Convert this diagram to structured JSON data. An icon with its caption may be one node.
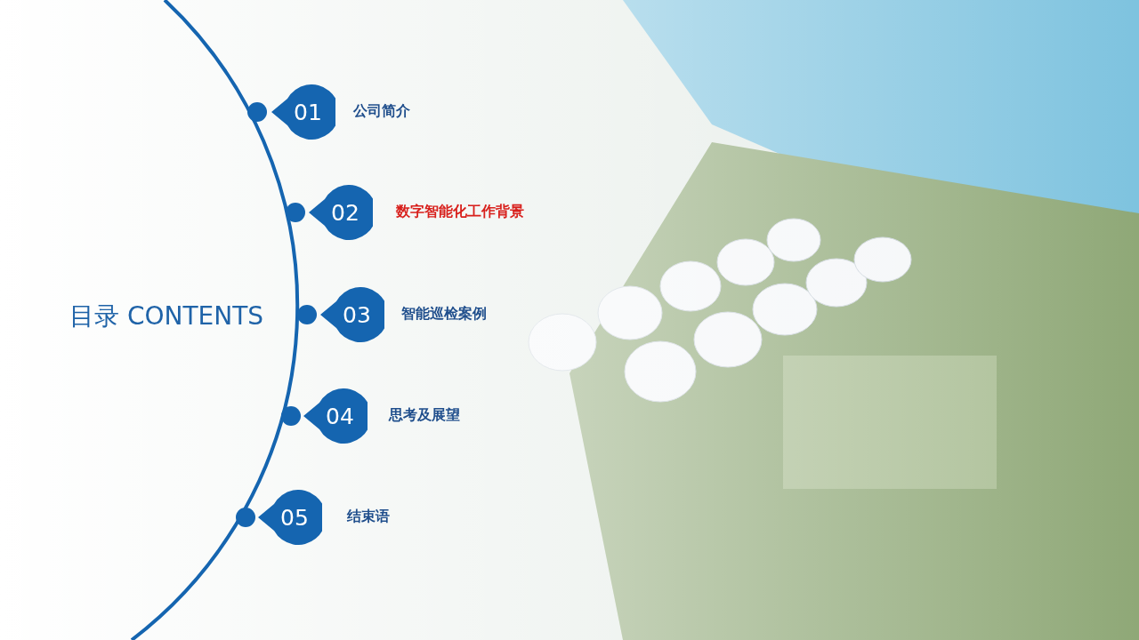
{
  "diagram": {
    "title": "目录 CONTENTS",
    "nodes": [
      {
        "text": [
          "01"
        ],
        "beside": [
          "公司简介"
        ]
      },
      {
        "text": [
          "02"
        ],
        "beside": [
          "数字智能化工作背景"
        ]
      },
      {
        "text": [
          "03"
        ],
        "beside": [
          "智能巡检案例"
        ]
      },
      {
        "text": [
          "04"
        ],
        "beside": [
          "思考及展望"
        ]
      },
      {
        "text": [
          "05"
        ],
        "beside": [
          "结束语"
        ]
      }
    ]
  }
}
